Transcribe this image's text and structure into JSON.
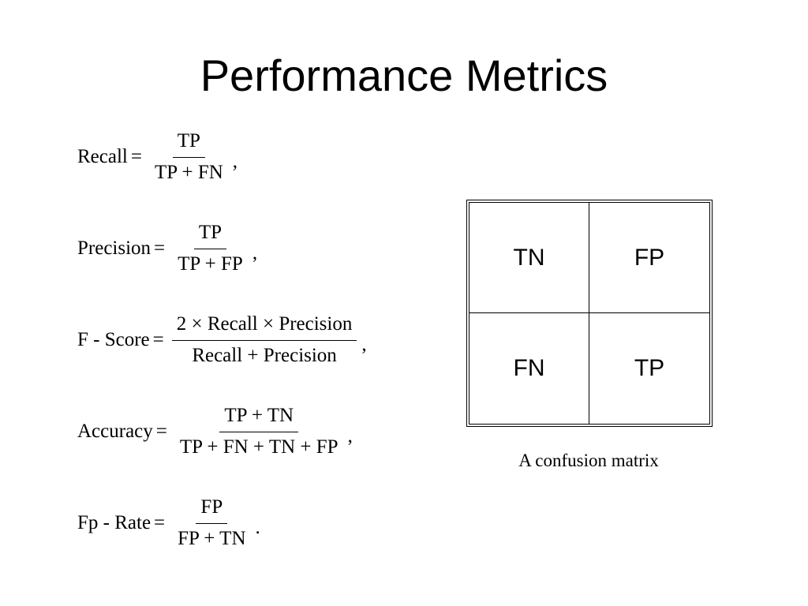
{
  "title": "Performance Metrics",
  "formulas": [
    {
      "lhs": "Recall",
      "eq": "=",
      "num": "TP",
      "den": "TP + FN",
      "trail": ","
    },
    {
      "lhs": "Precision",
      "eq": "=",
      "num": "TP",
      "den": "TP + FP",
      "trail": ","
    },
    {
      "lhs": "F - Score",
      "eq": "=",
      "num": "2 × Recall × Precision",
      "den": "Recall + Precision",
      "trail": ","
    },
    {
      "lhs": "Accuracy",
      "eq": "=",
      "num": "TP + TN",
      "den": "TP + FN + TN + FP",
      "trail": ","
    },
    {
      "lhs": "Fp - Rate",
      "eq": "=",
      "num": "FP",
      "den": "FP + TN",
      "trail": "."
    }
  ],
  "matrix": {
    "cells": [
      "TN",
      "FP",
      "FN",
      "TP"
    ],
    "caption": "A confusion matrix"
  }
}
